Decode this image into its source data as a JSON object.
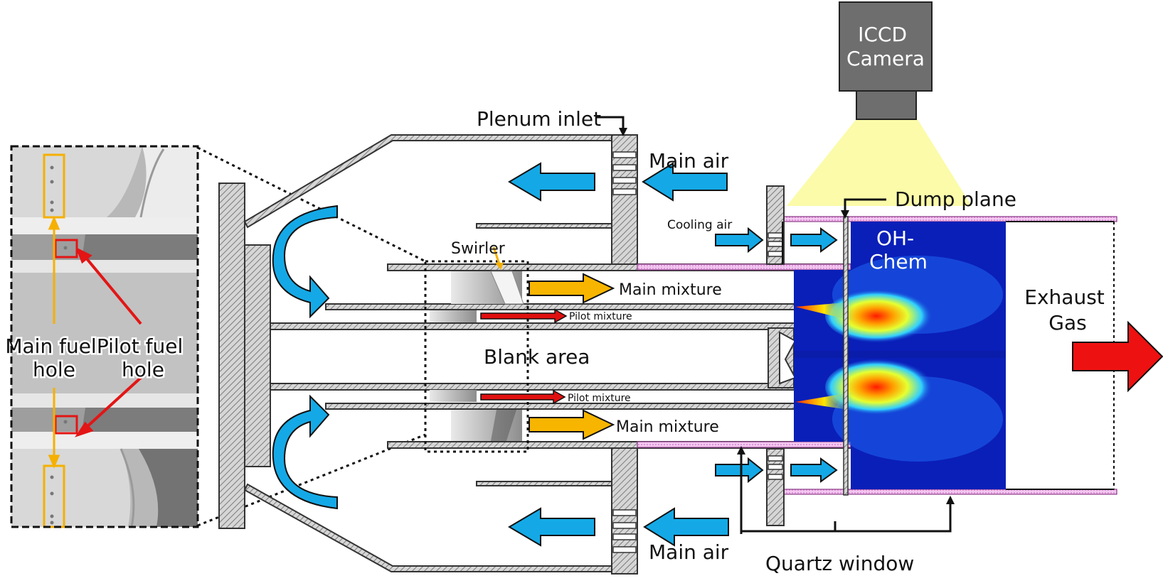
{
  "labels": {
    "camera": [
      "ICCD",
      "Camera"
    ],
    "plenum_inlet": "Plenum inlet",
    "main_air_top": "Main air",
    "main_air_bottom": "Main air",
    "dump_plane": "Dump plane",
    "cooling_air": "Cooling air",
    "swirler": "Swirler",
    "oh_chem": [
      "OH-",
      "Chem"
    ],
    "main_mixture_top": "Main mixture",
    "main_mixture_bottom": "Main mixture",
    "pilot_mixture_top": "Pilot mixture",
    "pilot_mixture_bottom": "Pilot mixture",
    "blank_area": "Blank area",
    "exhaust_gas": [
      "Exhaust",
      "Gas"
    ],
    "main_fuel_hole": [
      "Main fuel",
      "hole"
    ],
    "pilot_fuel_hole": [
      "Pilot fuel",
      "hole"
    ],
    "quartz_window": "Quartz window"
  },
  "colors": {
    "air_arrow": "#14a9e6",
    "mixture_arrow": "#f7b500",
    "pilot_arrow": "#e01010",
    "exhaust_arrow": "#ee1111",
    "light_cone": "#fafa9a",
    "camera_body": "#6e6e6e",
    "quartz": "#e7a6e2",
    "hatch": "#9a9a9a",
    "flame_background": "#0a1fb8",
    "callout_fuel": "#f5b000",
    "callout_pilot": "#e31515"
  },
  "icons": {
    "camera": "camera-icon",
    "air_arrows": "arrow-left-icon",
    "curved_arrows": "curved-arrow-icon",
    "exhaust": "arrow-right-icon"
  }
}
